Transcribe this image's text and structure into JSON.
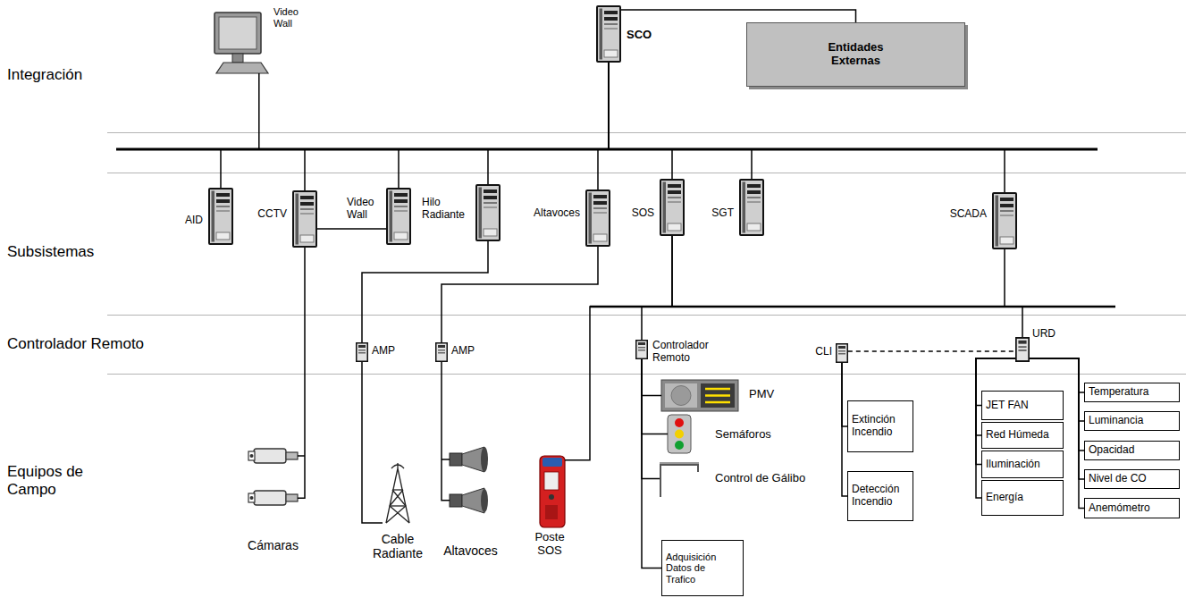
{
  "diagram": {
    "nodes": [
      {
        "text": [
          "Video Wall"
        ]
      },
      {
        "text": [
          "SCO"
        ]
      },
      {
        "text": [
          "Entidades Externas"
        ]
      },
      {
        "text": [
          "AID"
        ]
      },
      {
        "text": [
          "CCTV"
        ]
      },
      {
        "text": [
          "Video Wall"
        ]
      },
      {
        "text": [
          "Hilo Radiante"
        ]
      },
      {
        "text": [
          "Altavoces"
        ]
      },
      {
        "text": [
          "SOS"
        ]
      },
      {
        "text": [
          "SGT"
        ]
      },
      {
        "text": [
          "SCADA"
        ]
      },
      {
        "text": [
          "AMP"
        ]
      },
      {
        "text": [
          "AMP"
        ]
      },
      {
        "text": [
          "Controlador Remoto"
        ]
      },
      {
        "text": [
          "CLI"
        ]
      },
      {
        "text": [
          "URD"
        ]
      },
      {
        "text": [
          "Cámaras"
        ]
      },
      {
        "text": [
          "Cable Radiante"
        ]
      },
      {
        "text": [
          "Altavoces"
        ]
      },
      {
        "text": [
          "Poste SOS"
        ]
      },
      {
        "text": [
          "PMV"
        ]
      },
      {
        "text": [
          "Semáforos"
        ]
      },
      {
        "text": [
          "Control de Gálibo"
        ]
      },
      {
        "text": [
          "Adquisición Datos de Trafico"
        ]
      },
      {
        "text": [
          "Extinción Incendio"
        ]
      },
      {
        "text": [
          "Detección Incendio"
        ]
      },
      {
        "text": [
          "JET FAN"
        ]
      },
      {
        "text": [
          "Red Húmeda"
        ]
      },
      {
        "text": [
          "Iluminación"
        ]
      },
      {
        "text": [
          "Energía"
        ]
      },
      {
        "text": [
          "Temperatura"
        ]
      },
      {
        "text": [
          "Luminancia"
        ]
      },
      {
        "text": [
          "Opacidad"
        ]
      },
      {
        "text": [
          "Nivel de CO"
        ]
      },
      {
        "text": [
          "Anemómetro"
        ]
      }
    ],
    "edges": [
      {
        "from": 0,
        "to": 1,
        "arrow": "none"
      },
      {
        "from": 1,
        "to": 2,
        "arrow": "none"
      },
      {
        "from": 1,
        "to": 3,
        "arrow": "none"
      },
      {
        "from": 1,
        "to": 4,
        "arrow": "none"
      },
      {
        "from": 1,
        "to": 5,
        "arrow": "none"
      },
      {
        "from": 1,
        "to": 6,
        "arrow": "none"
      },
      {
        "from": 1,
        "to": 7,
        "arrow": "none"
      },
      {
        "from": 1,
        "to": 8,
        "arrow": "none"
      },
      {
        "from": 1,
        "to": 9,
        "arrow": "none"
      },
      {
        "from": 1,
        "to": 10,
        "arrow": "none"
      },
      {
        "from": 4,
        "to": 5,
        "arrow": "none"
      },
      {
        "from": 4,
        "to": 16,
        "arrow": "none"
      },
      {
        "from": 6,
        "to": 11,
        "arrow": "none"
      },
      {
        "from": 11,
        "to": 17,
        "arrow": "none"
      },
      {
        "from": 7,
        "to": 12,
        "arrow": "none"
      },
      {
        "from": 12,
        "to": 18,
        "arrow": "none"
      },
      {
        "from": 8,
        "to": 19,
        "arrow": "none"
      },
      {
        "from": 8,
        "to": 13,
        "arrow": "none"
      },
      {
        "from": 10,
        "to": 15,
        "arrow": "none"
      },
      {
        "from": 13,
        "to": 20,
        "arrow": "none"
      },
      {
        "from": 13,
        "to": 21,
        "arrow": "none"
      },
      {
        "from": 13,
        "to": 22,
        "arrow": "none"
      },
      {
        "from": 13,
        "to": 23,
        "arrow": "none"
      },
      {
        "from": 14,
        "to": 15,
        "arrow": "none"
      },
      {
        "from": 14,
        "to": 24,
        "arrow": "none"
      },
      {
        "from": 14,
        "to": 25,
        "arrow": "none"
      },
      {
        "from": 15,
        "to": 26,
        "arrow": "none"
      },
      {
        "from": 15,
        "to": 27,
        "arrow": "none"
      },
      {
        "from": 15,
        "to": 28,
        "arrow": "none"
      },
      {
        "from": 15,
        "to": 29,
        "arrow": "none"
      },
      {
        "from": 15,
        "to": 30,
        "arrow": "none"
      },
      {
        "from": 15,
        "to": 31,
        "arrow": "none"
      },
      {
        "from": 15,
        "to": 32,
        "arrow": "none"
      },
      {
        "from": 15,
        "to": 33,
        "arrow": "none"
      },
      {
        "from": 15,
        "to": 34,
        "arrow": "none"
      }
    ],
    "labels": [
      "Integración",
      "Subsistemas",
      "Controlador Remoto",
      "Equipos de Campo"
    ]
  }
}
